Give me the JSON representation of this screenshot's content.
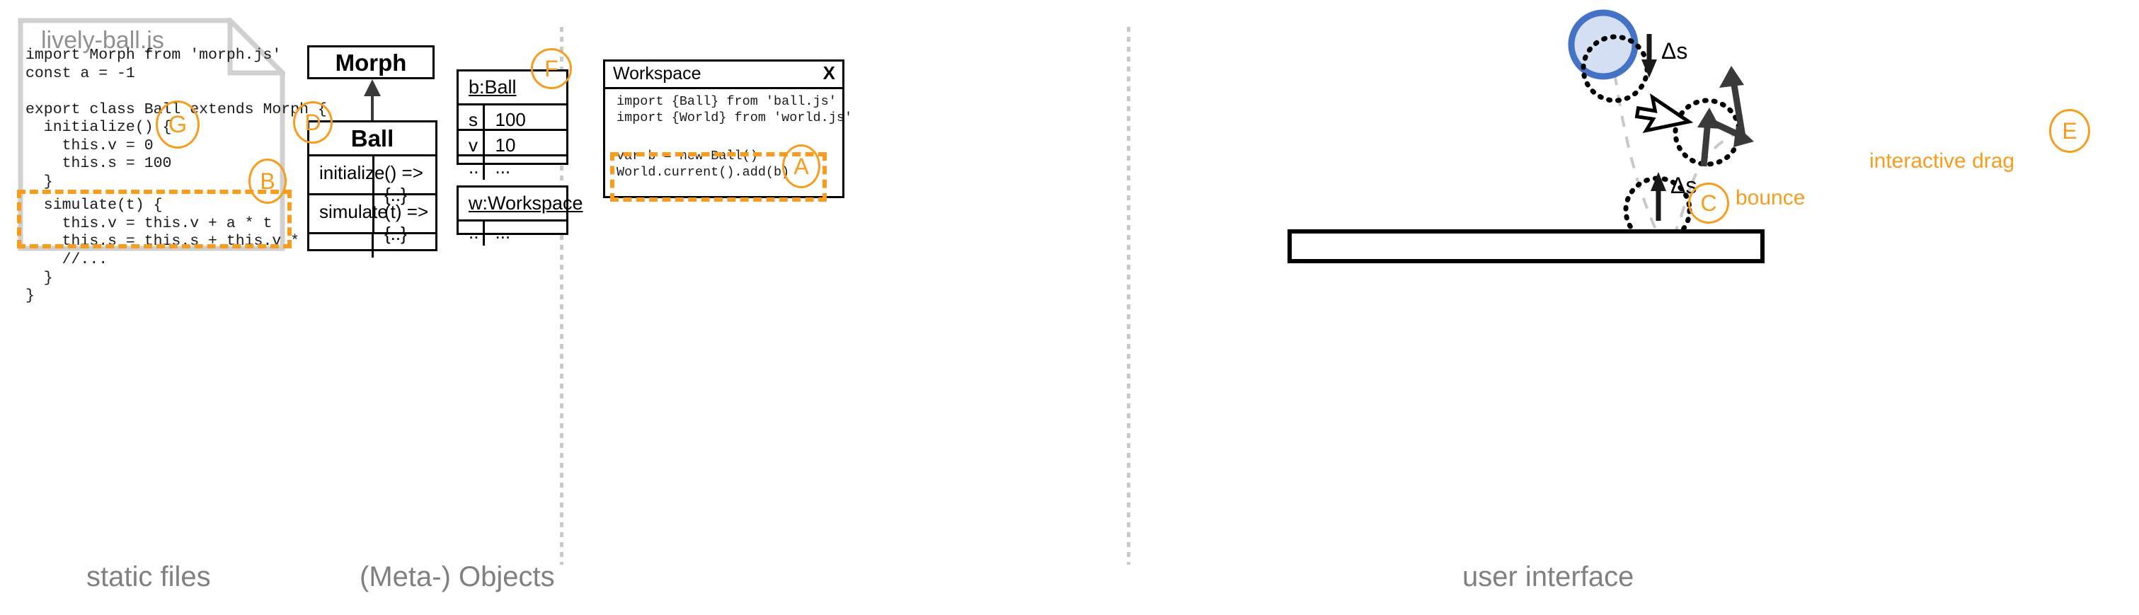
{
  "panels": [
    {
      "caption": "static files"
    },
    {
      "caption": "(Meta-) Objects"
    },
    {
      "caption": "user interface"
    }
  ],
  "static_files": {
    "file_title": "lively-ball.js",
    "code_top": "import Morph from 'morph.js'\nconst a = -1\n\nexport class Ball extends Morph {\n  initialize() {\n    this.v = 0\n    this.s = 100\n  }",
    "code_highlight": "  simulate(t) {\n    this.v = this.v + a * t\n    this.s = this.s + this.v * t",
    "code_bottom": "    //...\n  }\n}",
    "marker_g": "G",
    "marker_b": "B"
  },
  "meta_objects": {
    "superclass": {
      "name": "Morph"
    },
    "class": {
      "name": "Ball",
      "rows": [
        {
          "member": "initialize",
          "value": "() => {..}"
        },
        {
          "member": "simulate",
          "value": "(t) => {..}"
        },
        {
          "member": "..",
          "value": "..."
        }
      ]
    },
    "marker_d": "D",
    "instance_ball": {
      "title": "b:Ball",
      "rows": [
        {
          "key": "s",
          "value": "100"
        },
        {
          "key": "v",
          "value": "10"
        },
        {
          "key": "..",
          "value": "..."
        }
      ]
    },
    "marker_f": "F",
    "instance_workspace": {
      "title": "w:Workspace",
      "rows": [
        {
          "key": "..",
          "value": "..."
        }
      ]
    }
  },
  "user_interface": {
    "workspace": {
      "title": "Workspace",
      "close_label": "X",
      "code_imports": "import {Ball} from 'ball.js'\nimport {World} from 'world.js'",
      "code_highlight": "var b = new Ball()\nWorld.current().add(b)",
      "marker_a": "A"
    },
    "stage": {
      "delta_label_top": "Δs",
      "delta_label_bottom": "Δs",
      "marker_c": "C",
      "label_bounce": "bounce",
      "marker_e": "E",
      "label_interactive_drag": "interactive drag"
    }
  },
  "colors": {
    "accent_orange": "#F79C1E",
    "ball_fill": "#D6E0F5",
    "ball_stroke": "#4472C4",
    "caption_grey": "#808080",
    "sheet_grey": "#D0D0D0",
    "trajectory_grey": "#C8C8C8",
    "arrow_dark": "#3A3A3A",
    "outline_black": "#000000"
  }
}
